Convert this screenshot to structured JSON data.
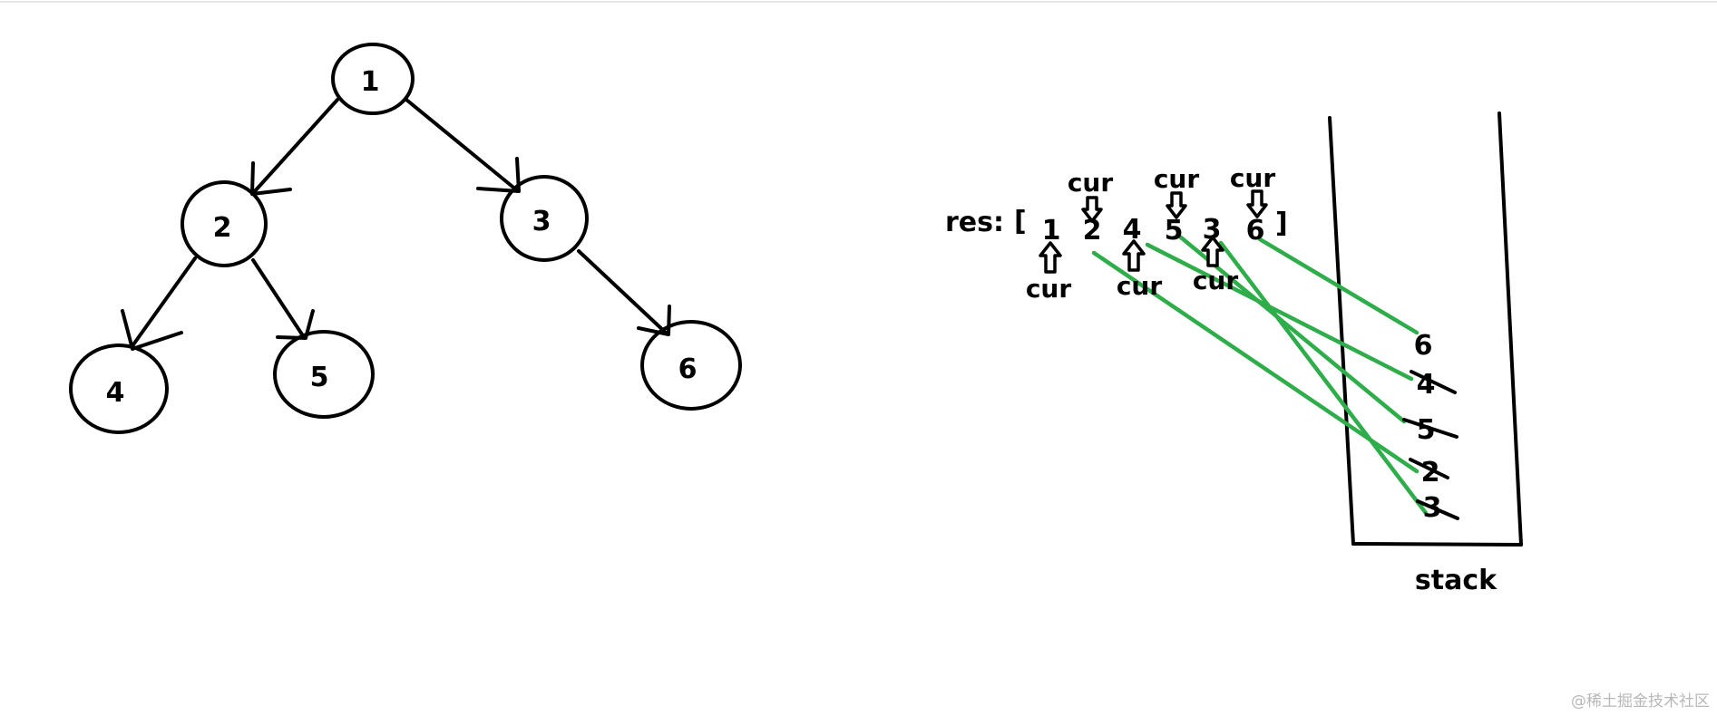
{
  "tree": {
    "nodes": [
      {
        "id": "1",
        "label": "1"
      },
      {
        "id": "2",
        "label": "2"
      },
      {
        "id": "3",
        "label": "3"
      },
      {
        "id": "4",
        "label": "4"
      },
      {
        "id": "5",
        "label": "5"
      },
      {
        "id": "6",
        "label": "6"
      }
    ],
    "edges": [
      {
        "from": "1",
        "to": "2"
      },
      {
        "from": "1",
        "to": "3"
      },
      {
        "from": "2",
        "to": "4"
      },
      {
        "from": "2",
        "to": "5"
      },
      {
        "from": "3",
        "to": "6"
      }
    ]
  },
  "res": {
    "prefix": "res:",
    "open_bracket": "[",
    "close_bracket": "]",
    "items": [
      "1",
      "2",
      "4",
      "5",
      "3",
      "6"
    ]
  },
  "cur": {
    "label": "cur",
    "top": [
      "cur",
      "cur",
      "cur"
    ],
    "bottom": [
      "cur",
      "cur",
      "cur"
    ]
  },
  "stack": {
    "label": "stack",
    "items": [
      "6",
      "4",
      "5",
      "2",
      "3"
    ],
    "crossed_out": [
      "4",
      "5",
      "2",
      "3"
    ]
  },
  "watermark": "@稀土掘金技术社区",
  "colors": {
    "green": "#2fad4a",
    "ink": "#000000",
    "watermark": "#b8b8b8"
  }
}
